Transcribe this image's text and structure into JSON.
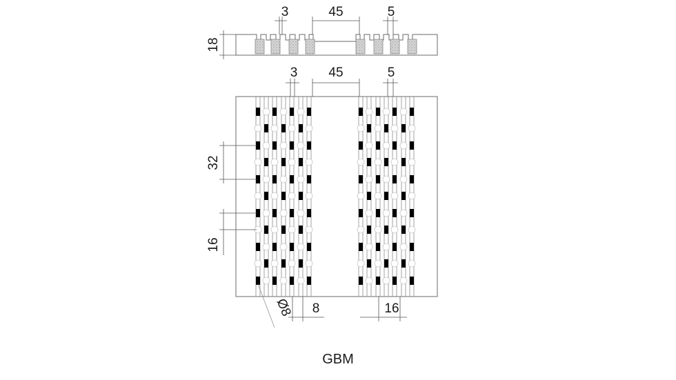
{
  "title": "GBM",
  "side_view": {
    "dims": {
      "slot_width": "3",
      "center_gap": "45",
      "pitch": "5",
      "thickness": "18"
    }
  },
  "plan_view": {
    "dims": {
      "slot_width": "3",
      "center_gap": "45",
      "pitch": "5",
      "stud_pitch_long": "32",
      "stud_pitch_short": "16",
      "hole_diameter": "Ø8",
      "spacing_left": "8",
      "spacing_right": "16"
    }
  }
}
